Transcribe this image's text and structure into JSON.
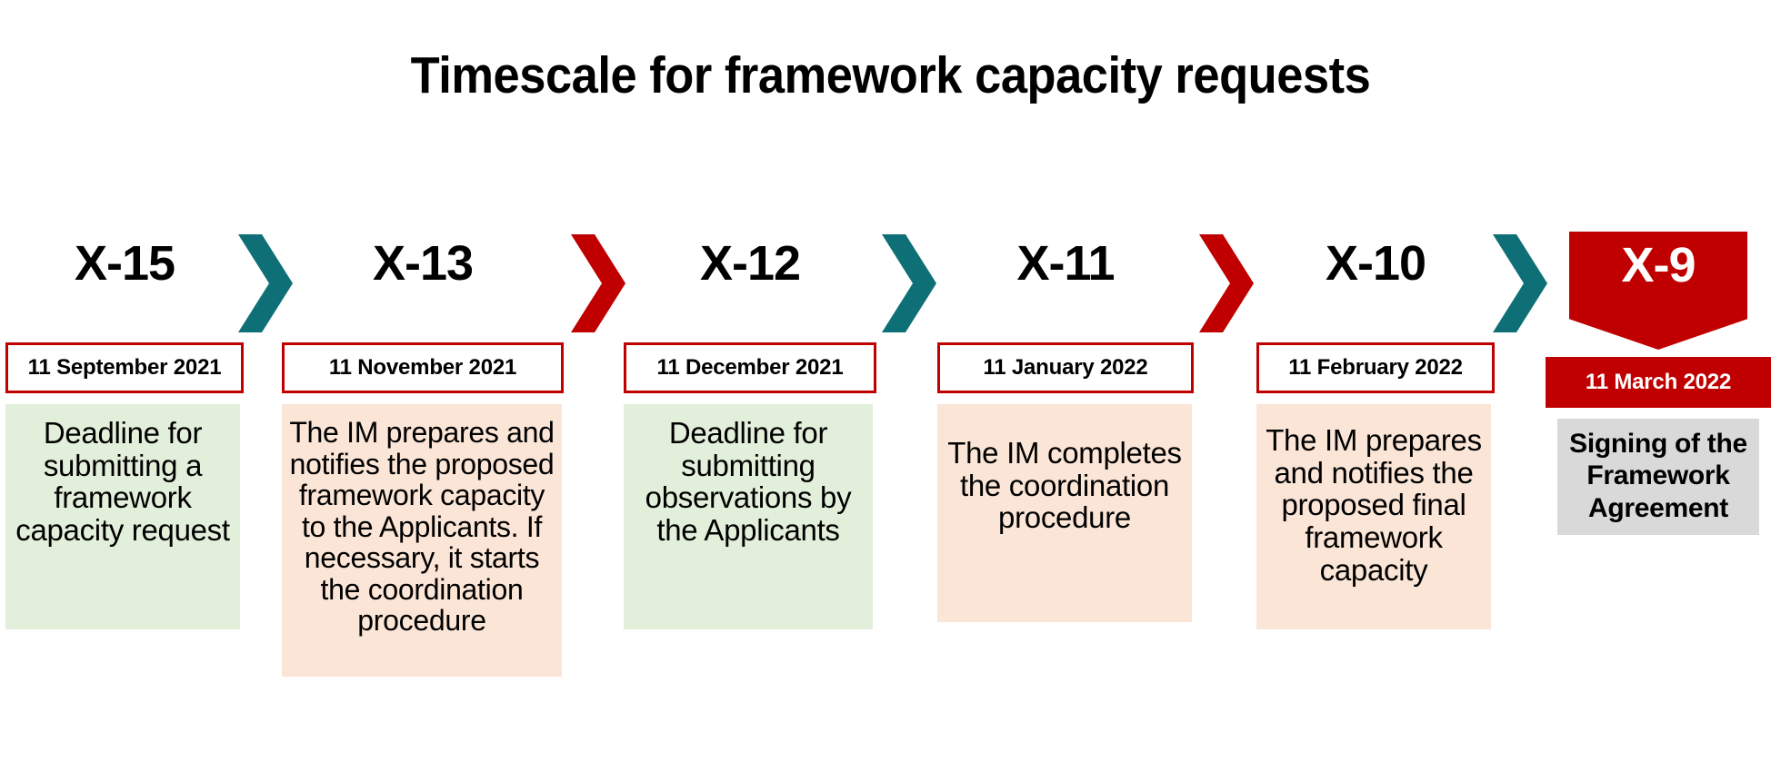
{
  "title": "Timescale for framework capacity requests",
  "colors": {
    "teal": "#0E7076",
    "red": "#C00000",
    "light_green": "#E2EFDA",
    "light_peach": "#FBE5D6",
    "light_gray": "#D9D9D9",
    "white": "#FFFFFF",
    "black": "#000000"
  },
  "milestones": [
    {
      "label": "X-15",
      "date": "11 September 2021",
      "text": "Deadline for submitting a framework capacity request",
      "box_style": "green",
      "highlighted": false
    },
    {
      "label": "X-13",
      "date": "11 November 2021",
      "text": "The IM prepares and notifies the proposed framework capacity to the Applicants. If necessary, it starts the coordination procedure",
      "box_style": "peach",
      "highlighted": false
    },
    {
      "label": "X-12",
      "date": "11 December 2021",
      "text": "Deadline for submitting observations by the Applicants",
      "box_style": "green",
      "highlighted": false
    },
    {
      "label": "X-11",
      "date": "11 January  2022",
      "text": "The IM completes the coordination procedure",
      "box_style": "peach",
      "highlighted": false
    },
    {
      "label": "X-10",
      "date": "11 February 2022",
      "text": "The IM prepares and notifies the proposed final framework capacity",
      "box_style": "peach",
      "highlighted": false
    },
    {
      "label": "X-9",
      "date": "11 March 2022",
      "text": "Signing of the Framework Agreement",
      "box_style": "gray",
      "highlighted": true
    }
  ],
  "connectors": [
    {
      "name": "chevron-1",
      "color": "teal"
    },
    {
      "name": "chevron-2",
      "color": "red"
    },
    {
      "name": "chevron-3",
      "color": "teal"
    },
    {
      "name": "chevron-4",
      "color": "red"
    },
    {
      "name": "chevron-5",
      "color": "teal"
    }
  ]
}
